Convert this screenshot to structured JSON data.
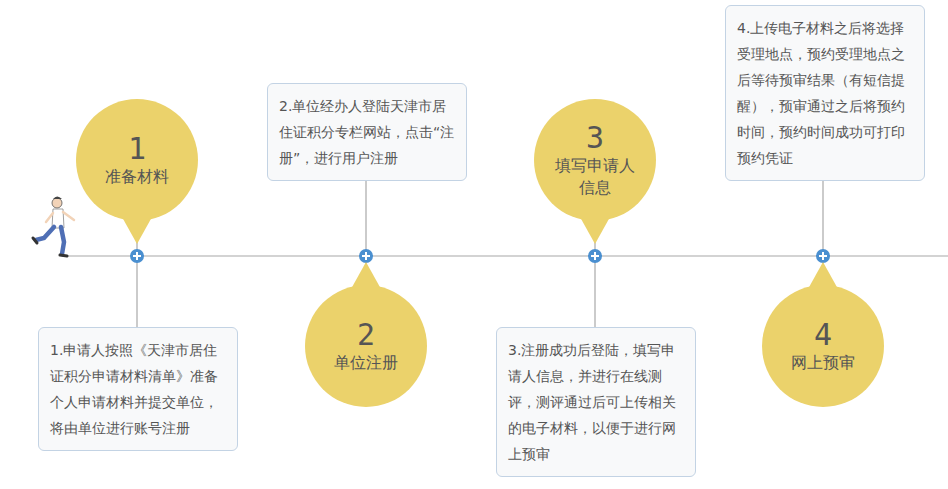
{
  "diagram": {
    "nodes": [
      {
        "text": [
          "1",
          "准备材料"
        ]
      },
      {
        "text": [
          "1.申请人按照《天津市居住证积分申请材料清单》准备个人申请材料并提交单位，将由单位进行账号注册"
        ]
      },
      {
        "text": [
          "2",
          "单位注册"
        ]
      },
      {
        "text": [
          "2.单位经办人登陆天津市居住证积分专栏网站，点击“注册”，进行用户注册"
        ]
      },
      {
        "text": [
          "3",
          "填写申请人信息"
        ]
      },
      {
        "text": [
          "3.注册成功后登陆，填写申请人信息，并进行在线测评，测评通过后可上传相关的电子材料，以便于进行网上预审"
        ]
      },
      {
        "text": [
          "4",
          "网上预审"
        ]
      },
      {
        "text": [
          "4.上传电子材料之后将选择受理地点，预约受理地点之后等待预审结果（有短信提醒），预审通过之后将预约时间，预约时间成功可打印预约凭证"
        ]
      }
    ],
    "edges": [
      {
        "from": 0,
        "to": 1,
        "arrow": "none"
      },
      {
        "from": 2,
        "to": 3,
        "arrow": "none"
      },
      {
        "from": 4,
        "to": 5,
        "arrow": "none"
      },
      {
        "from": 6,
        "to": 7,
        "arrow": "none"
      }
    ]
  }
}
